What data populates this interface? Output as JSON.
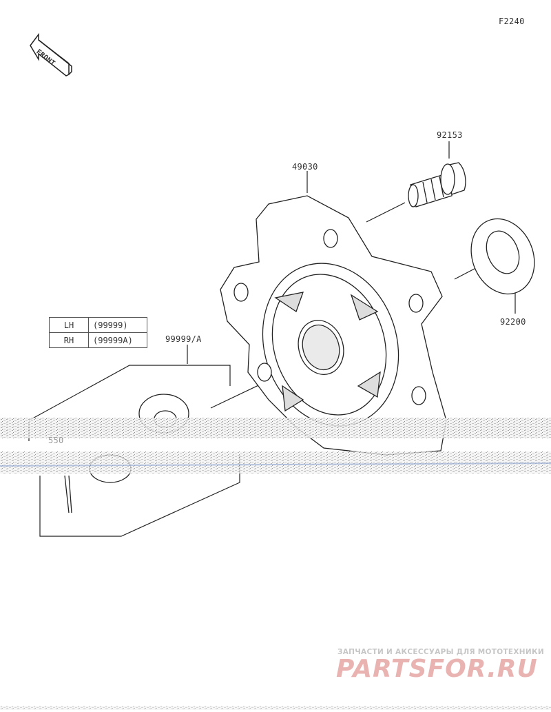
{
  "diagram": {
    "code": "F2240",
    "front_marker": "FRONT",
    "callouts": {
      "spacer_bolt": "92153",
      "hub": "49030",
      "washer": "92200",
      "wheel_assy": "99999/A",
      "obscured": "550"
    },
    "variant_table": [
      {
        "side": "LH",
        "code": "(99999)"
      },
      {
        "side": "RH",
        "code": "(99999A)"
      }
    ]
  },
  "watermark": {
    "tagline": "ЗАПЧАСТИ И АКСЕССУАРЫ ДЛЯ МОТОТЕХНИКИ",
    "brand": "PARTSFOR.RU",
    "color": "#e8b3b0"
  }
}
